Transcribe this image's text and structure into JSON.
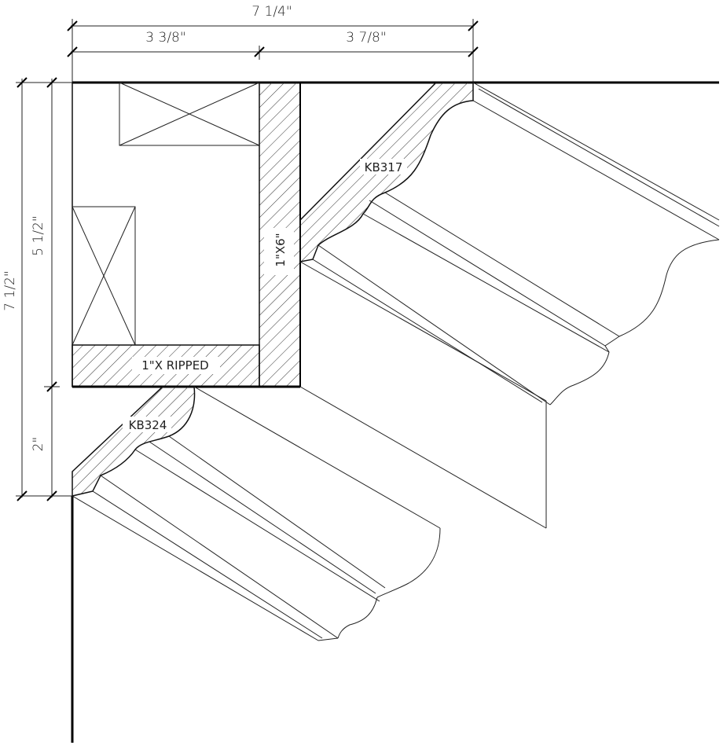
{
  "dimensions": {
    "overall_width": "7 1/4\"",
    "left_width": "3 3/8\"",
    "right_width": "3 7/8\"",
    "overall_height": "7 1/2\"",
    "upper_height": "5 1/2\"",
    "lower_height": "2\""
  },
  "labels": {
    "board_vertical": "1\"X6\"",
    "board_ripped": "1\"X RIPPED",
    "upper_crown": "KB317",
    "lower_crown": "KB324"
  }
}
